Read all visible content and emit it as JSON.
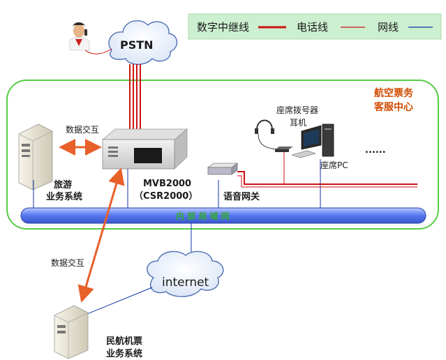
{
  "legend": {
    "digital_trunk": "数字中继线",
    "phone_line": "电话线",
    "network_line": "网线",
    "colors": {
      "digital_trunk": "#cc1111",
      "phone_line": "#cc1111",
      "network_line": "#1133aa",
      "legend_bg": "#ccefd0",
      "center_border": "#55cc44"
    }
  },
  "cloud_pstn": "PSTN",
  "cloud_internet": "internet",
  "center": {
    "title_line1": "航空票务",
    "title_line2": "客服中心"
  },
  "lan_label": "内 部 局 域 网",
  "mvb": {
    "line1": "MVB2000",
    "line2": "（CSR2000）"
  },
  "tourism_system": {
    "line1": "旅游",
    "line2": "业务系统"
  },
  "data_exchange_top": "数据交互",
  "data_exchange_left": "数据交互",
  "voice_gateway": "语音网关",
  "seat_dialer": {
    "line1": "座席拨号器",
    "line2": "耳机"
  },
  "seat_pc": "座席PC",
  "ellipsis": "......",
  "civil_system": {
    "line1": "民航机票",
    "line2": "业务系统"
  },
  "icons": [
    "caller-person-icon",
    "server-tower-icon",
    "rack-server-icon",
    "gateway-device-icon",
    "headset-icon",
    "dialer-device-icon",
    "computer-icon"
  ]
}
